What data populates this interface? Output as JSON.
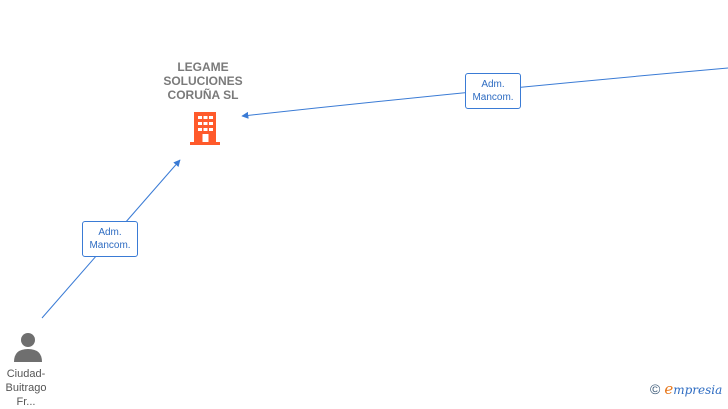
{
  "company": {
    "name": "LEGAME\nSOLUCIONES\nCORUÑA  SL",
    "icon": "building-icon",
    "icon_color": "#ff5a2b"
  },
  "edges": [
    {
      "label": "Adm.\nMancom."
    },
    {
      "label": "Adm.\nMancom."
    }
  ],
  "people": [
    {
      "name": "Ciudad-\nBuitrago\nFr...",
      "icon": "person-icon"
    }
  ],
  "watermark": {
    "copyright": "©",
    "brand_initial": "e",
    "brand_rest": "mpresia"
  },
  "colors": {
    "edge": "#3a7bd5",
    "label_text": "#2e6cc2",
    "person": "#6f6f6f"
  }
}
